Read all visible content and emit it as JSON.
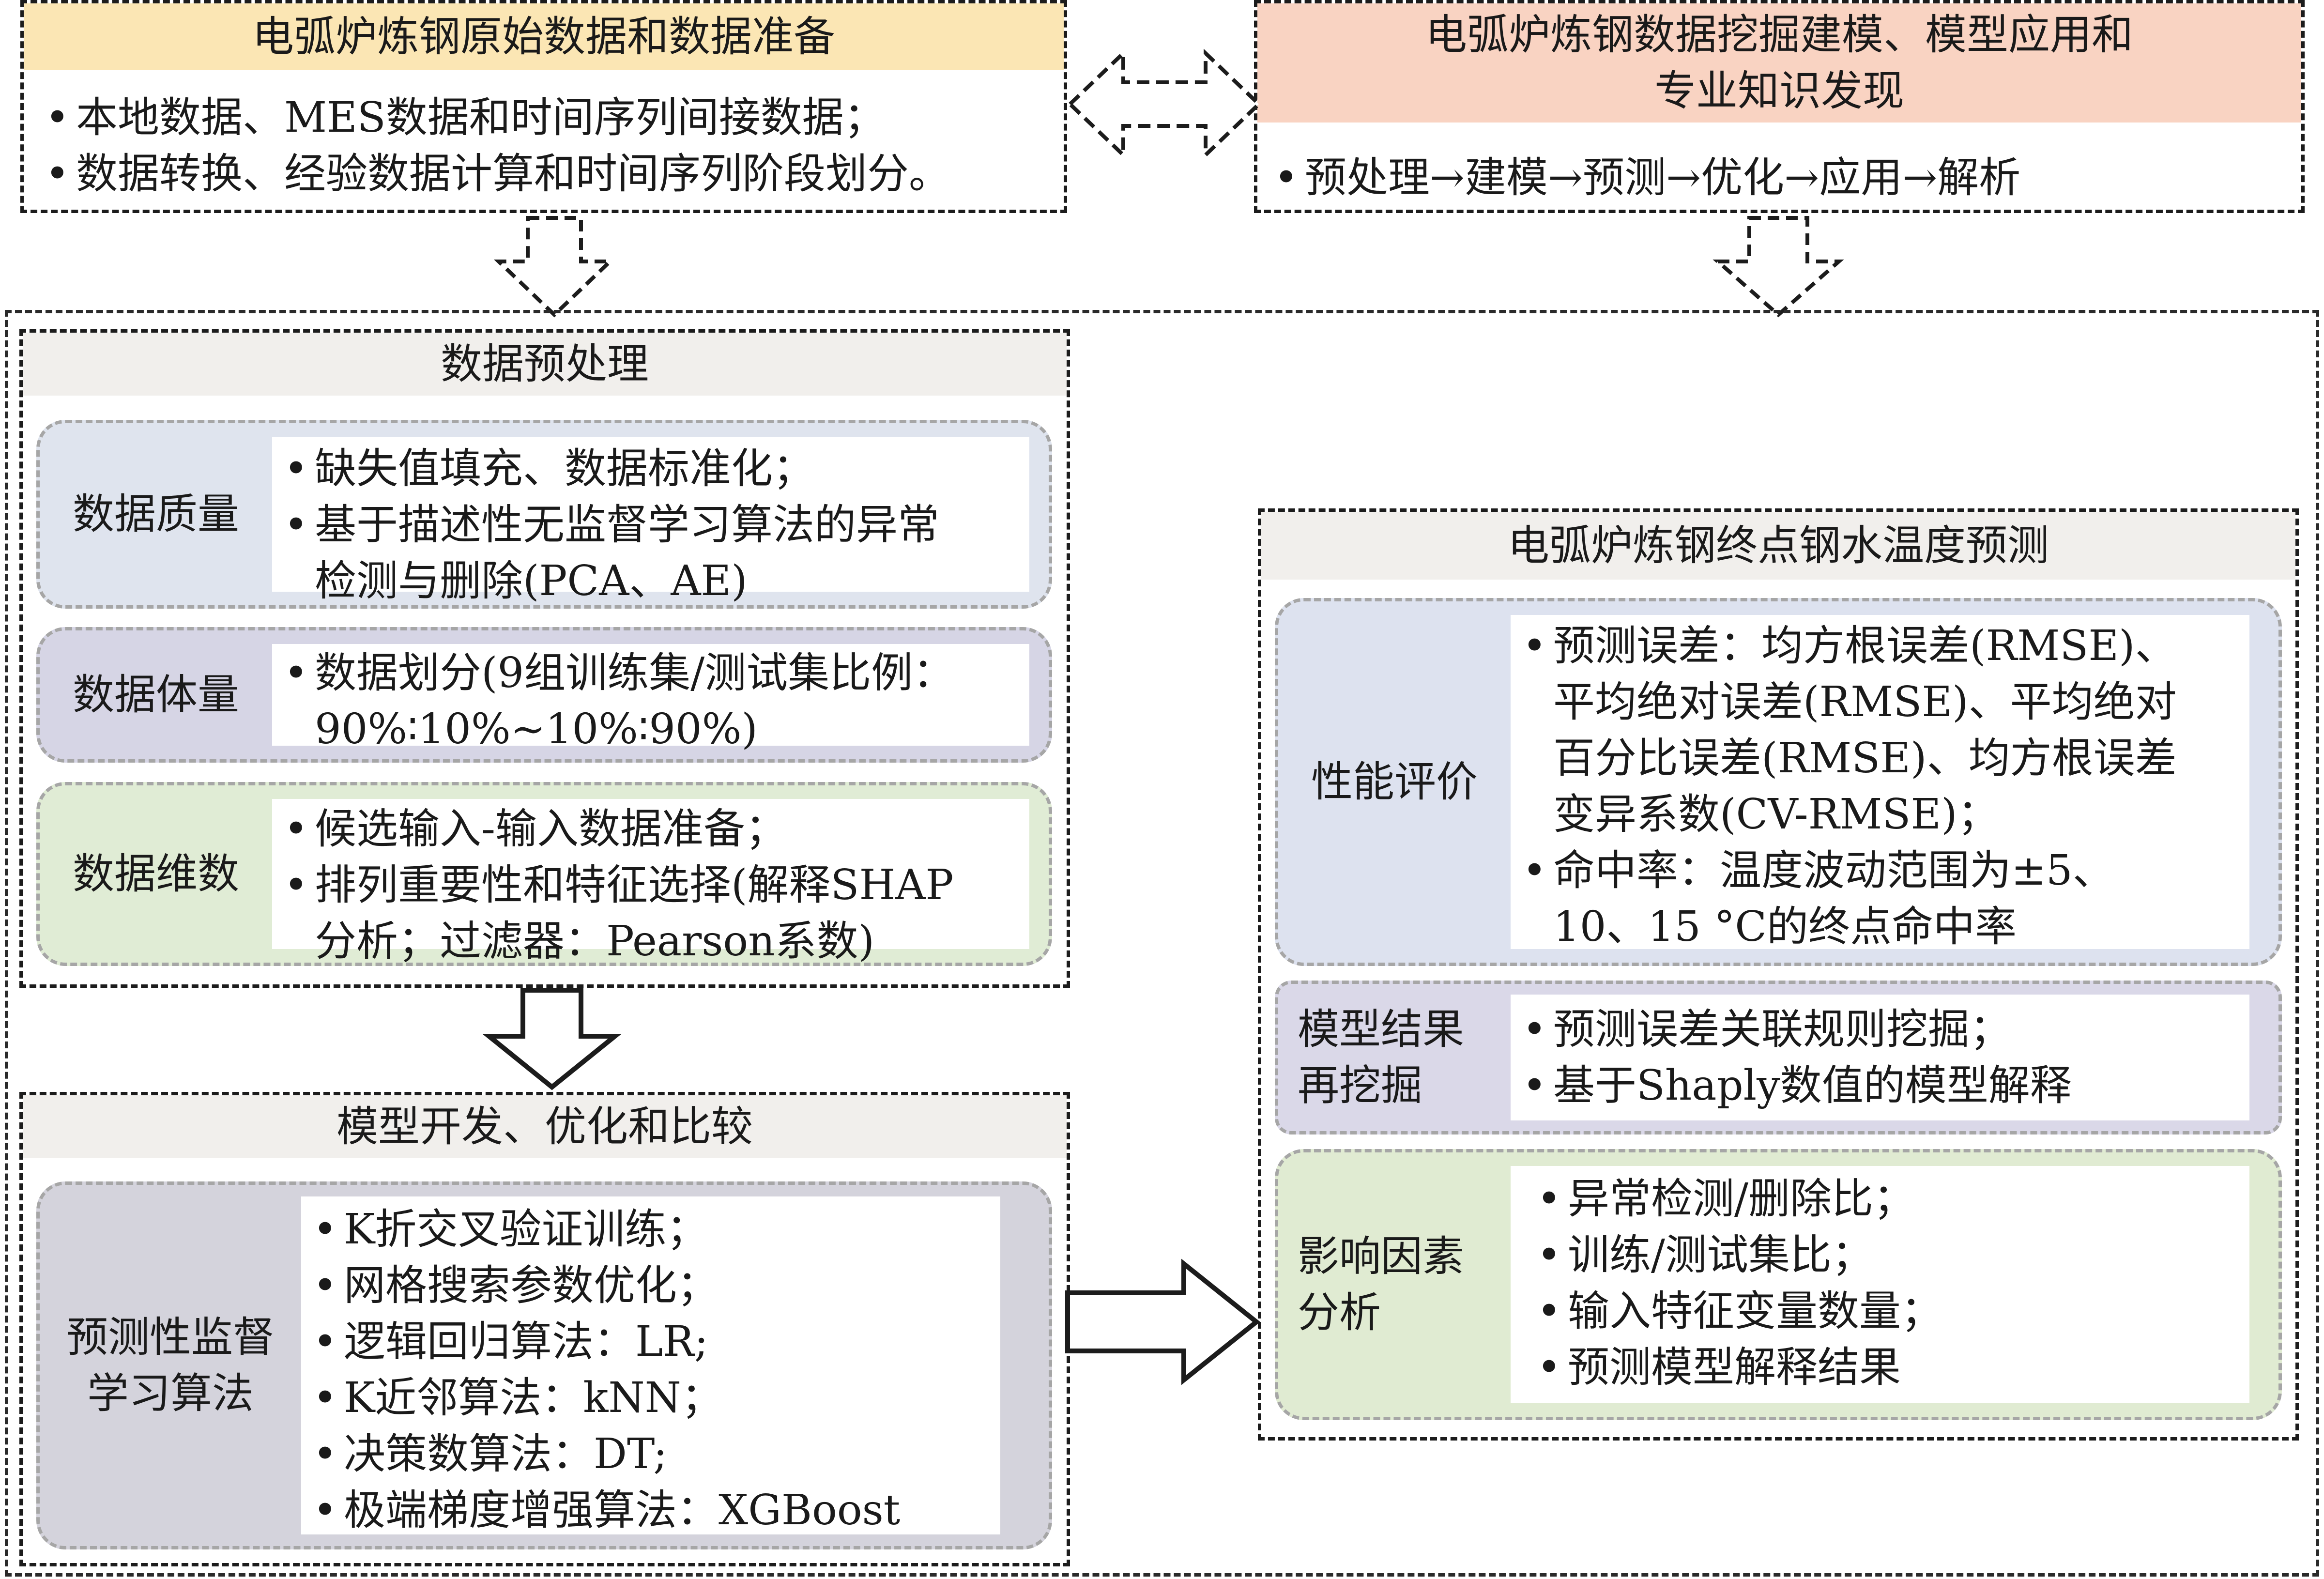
{
  "colors": {
    "top_left_band": "#fbe6b4",
    "top_right_band": "#f9d3c2",
    "panel_title_band": "#f1efec",
    "quality": "#dfe4ee",
    "volume": "#d6d5e5",
    "dimension": "#e0ecd5",
    "algorithm": "#d4d3dc",
    "performance": "#dde2ef",
    "remining": "#dad8e8",
    "factors": "#e0ebd2"
  },
  "top_left": {
    "title": "电弧炉炼钢原始数据和数据准备",
    "items": [
      "本地数据、MES数据和时间序列间接数据；",
      "数据转换、经验数据计算和时间序列阶段划分。"
    ]
  },
  "top_right": {
    "title_line1": "电弧炉炼钢数据挖掘建模、模型应用和",
    "title_line2": "专业知识发现",
    "items": [
      "预处理→建模→预测→优化→应用→解析"
    ]
  },
  "preprocessing": {
    "title": "数据预处理",
    "quality": {
      "label": "数据质量",
      "items": [
        [
          "缺失值填充、数据标准化；"
        ],
        [
          "基于描述性无监督学习算法的异常",
          "检测与删除(PCA、AE)"
        ]
      ]
    },
    "volume": {
      "label": "数据体量",
      "items": [
        [
          "数据划分(9组训练集/测试集比例：",
          "90%∶10%~10%∶90%)"
        ]
      ]
    },
    "dimension": {
      "label": "数据维数",
      "items": [
        [
          "候选输入-输入数据准备；"
        ],
        [
          "排列重要性和特征选择(解释SHAP",
          "分析；过滤器：Pearson系数)"
        ]
      ]
    }
  },
  "model_dev": {
    "title": "模型开发、优化和比较",
    "algorithm": {
      "label_line1": "预测性监督",
      "label_line2": "学习算法",
      "items": [
        "K折交叉验证训练；",
        "网格搜索参数优化；",
        "逻辑回归算法：LR;",
        "K近邻算法：kNN；",
        "决策数算法：DT;",
        "极端梯度增强算法：XGBoost"
      ]
    }
  },
  "prediction": {
    "title": "电弧炉炼钢终点钢水温度预测",
    "performance": {
      "label": "性能评价",
      "items": [
        [
          "预测误差：均方根误差(RMSE)、",
          "平均绝对误差(RMSE)、平均绝对",
          "百分比误差(RMSE)、均方根误差",
          "变异系数(CV-RMSE)；"
        ],
        [
          "命中率：温度波动范围为±5、",
          "10、15 °C的终点命中率"
        ]
      ]
    },
    "remining": {
      "label_line1": "模型结果",
      "label_line2": "再挖掘",
      "items": [
        "预测误差关联规则挖掘；",
        "基于Shaply数值的模型解释"
      ]
    },
    "factors": {
      "label_line1": "影响因素",
      "label_line2": "分析",
      "items": [
        "异常检测/删除比；",
        "训练/测试集比；",
        "输入特征变量数量；",
        "预测模型解释结果"
      ]
    }
  }
}
